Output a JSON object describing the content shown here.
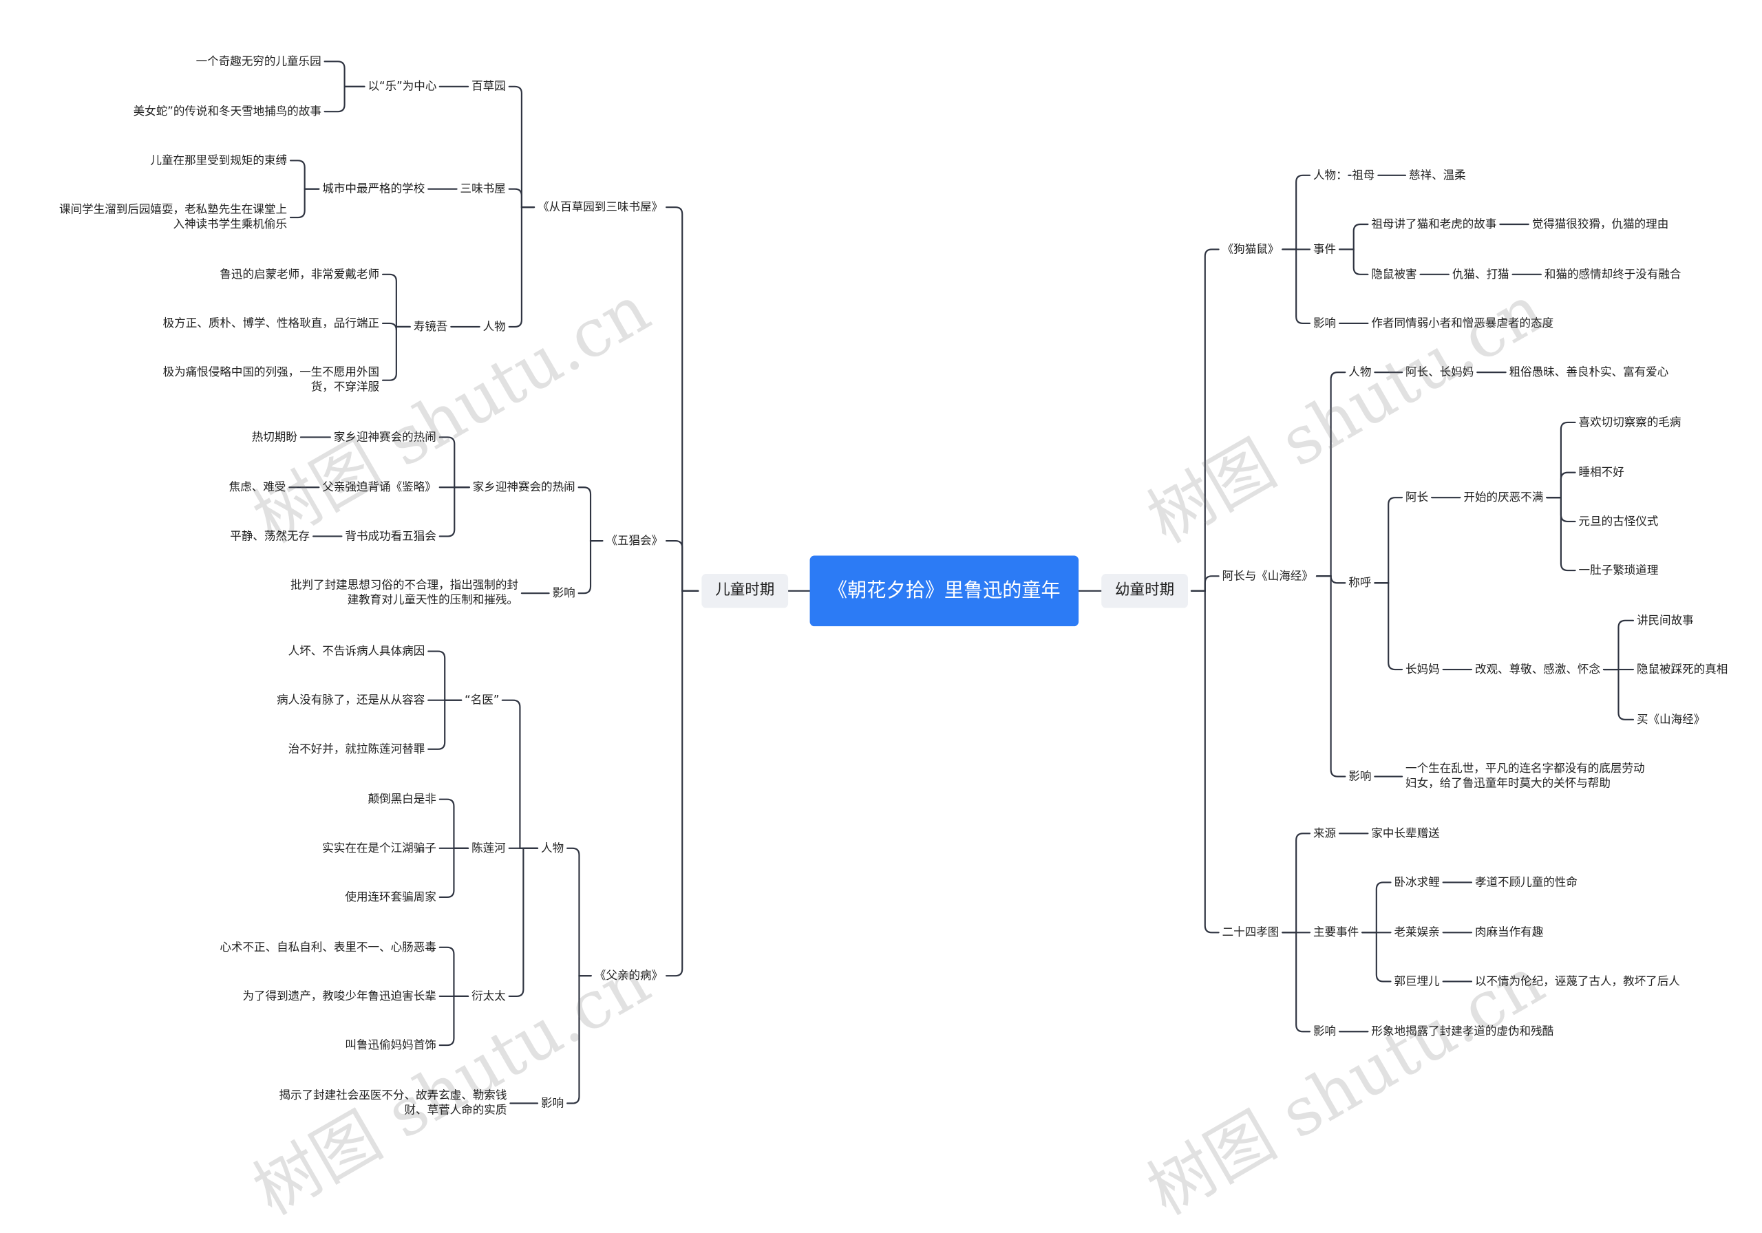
{
  "root": "《朝花夕拾》里鲁迅的童年",
  "watermark": "树图 shutu.cn",
  "left": {
    "main": "儿童时期",
    "bc": "《从百草园到三味书屋》",
    "bc_bcy": "百草园",
    "bc_bcy_c": "以“乐”为中心",
    "bc_bcy_c_1": "一个奇趣无穷的儿童乐园",
    "bc_bcy_c_2": "美女蛇”的传说和冬天雪地捕鸟的故事",
    "bc_sw": "三味书屋",
    "bc_sw_c": "城市中最严格的学校",
    "bc_sw_c_1": "儿童在那里受到规矩的束缚",
    "bc_sw_c_2": "课间学生溜到后园嬉耍，老私塾先生在课堂上入神读书学生乘机偷乐",
    "bc_rw": "人物",
    "bc_rw_s": "寿镜吾",
    "bc_rw_s_1": "鲁迅的启蒙老师，非常爱戴老师",
    "bc_rw_s_2": "极方正、质朴、博学、性格耿直，品行端正",
    "bc_rw_s_3": "极为痛恨侵略中国的列强，一生不愿用外国货，不穿洋服",
    "wc": "《五猖会》",
    "wc_r": "家乡迎神赛会的热闹",
    "wc_r_1": "家乡迎神赛会的热闹",
    "wc_r_1a": "热切期盼",
    "wc_r_2": "父亲强迫背诵《鉴略》",
    "wc_r_2a": "焦虑、难受",
    "wc_r_3": "背书成功看五猖会",
    "wc_r_3a": "平静、荡然无存",
    "wc_y": "影响",
    "wc_y_1": "批判了封建思想习俗的不合理，指出强制的封建教育对儿童天性的压制和摧残。",
    "fq": "《父亲的病》",
    "fq_rw": "人物",
    "fq_my": "“名医”",
    "fq_my_1": "人坏、不告诉病人具体病因",
    "fq_my_2": "病人没有脉了，还是从从容容",
    "fq_my_3": "治不好并，就拉陈莲河替罪",
    "fq_ch": "陈莲河",
    "fq_ch_1": "颠倒黑白是非",
    "fq_ch_2": "实实在在是个江湖骗子",
    "fq_ch_3": "使用连环套骗周家",
    "fq_yt": "衍太太",
    "fq_yt_1": "心术不正、自私自利、表里不一、心肠恶毒",
    "fq_yt_2": "为了得到遗产，教唆少年鲁迅迫害长辈",
    "fq_yt_3": "叫鲁迅偷妈妈首饰",
    "fq_y": "影响",
    "fq_y_1": "揭示了封建社会巫医不分、故弄玄虚、勒索钱财、草菅人命的实质"
  },
  "right": {
    "main": "幼童时期",
    "gm": "《狗猫鼠》",
    "gm_rw": "人物：",
    "gm_rw_1": "祖母",
    "gm_rw_1a": "慈祥、温柔",
    "gm_sj": "事件",
    "gm_sj_1": "祖母讲了猫和老虎的故事",
    "gm_sj_1a": "觉得猫很狡猾，仇猫的理由",
    "gm_sj_2": "隐鼠被害",
    "gm_sj_2a": "仇猫、打猫",
    "gm_sj_2b": "和猫的感情却终于没有融合",
    "gm_y": "影响",
    "gm_y_1": "作者同情弱小者和憎恶暴虐者的态度",
    "ac": "阿长与《山海经》",
    "ac_rw": "人物",
    "ac_rw_1": "阿长、长妈妈",
    "ac_rw_1a": "粗俗愚昧、善良朴实、富有爱心",
    "ac_ch": "称呼",
    "ac_ch_ac": "阿长",
    "ac_ch_ac_1": "开始的厌恶不满",
    "ac_ch_ac_1a": "喜欢切切察察的毛病",
    "ac_ch_ac_1b": "睡相不好",
    "ac_ch_ac_1c": "元旦的古怪仪式",
    "ac_ch_ac_1d": "一肚子繁琐道理",
    "ac_ch_cm": "长妈妈",
    "ac_ch_cm_1": "改观、尊敬、感激、怀念",
    "ac_ch_cm_1a": "讲民间故事",
    "ac_ch_cm_1b": "隐鼠被踩死的真相",
    "ac_ch_cm_1c": "买《山海经》",
    "ac_y": "影响",
    "ac_y_1": "一个生在乱世，平凡的连名字都没有的底层劳动妇女，给了鲁迅童年时莫大的关怀与帮助",
    "es": "二十四孝图",
    "es_ly": "来源",
    "es_ly_1": "家中长辈赠送",
    "es_sj": "主要事件",
    "es_sj_1": "卧冰求鲤",
    "es_sj_1a": "孝道不顾儿童的性命",
    "es_sj_2": "老莱娱亲",
    "es_sj_2a": "肉麻当作有趣",
    "es_sj_3": "郭巨埋儿",
    "es_sj_3a": "以不情为伦纪，诬蔑了古人，教坏了后人",
    "es_y": "影响",
    "es_y_1": "形象地揭露了封建孝道的虚伪和残酷"
  }
}
